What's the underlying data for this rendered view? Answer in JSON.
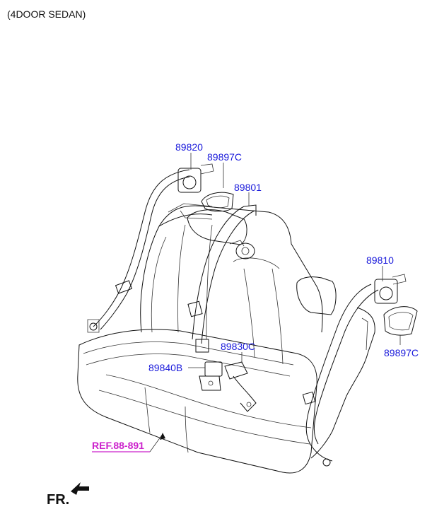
{
  "header": {
    "variant": "(4DOOR SEDAN)"
  },
  "callouts": {
    "p89820": "89820",
    "p89897c_top": "89897C",
    "p89801": "89801",
    "p89810": "89810",
    "p89897c_right": "89897C",
    "p89830c": "89830C",
    "p89840b": "89840B"
  },
  "reference": {
    "label": "REF.88-891"
  },
  "direction": {
    "label": "FR."
  },
  "colors": {
    "callout": "#1a1adb",
    "reference": "#cc22cc",
    "line": "#111111"
  }
}
